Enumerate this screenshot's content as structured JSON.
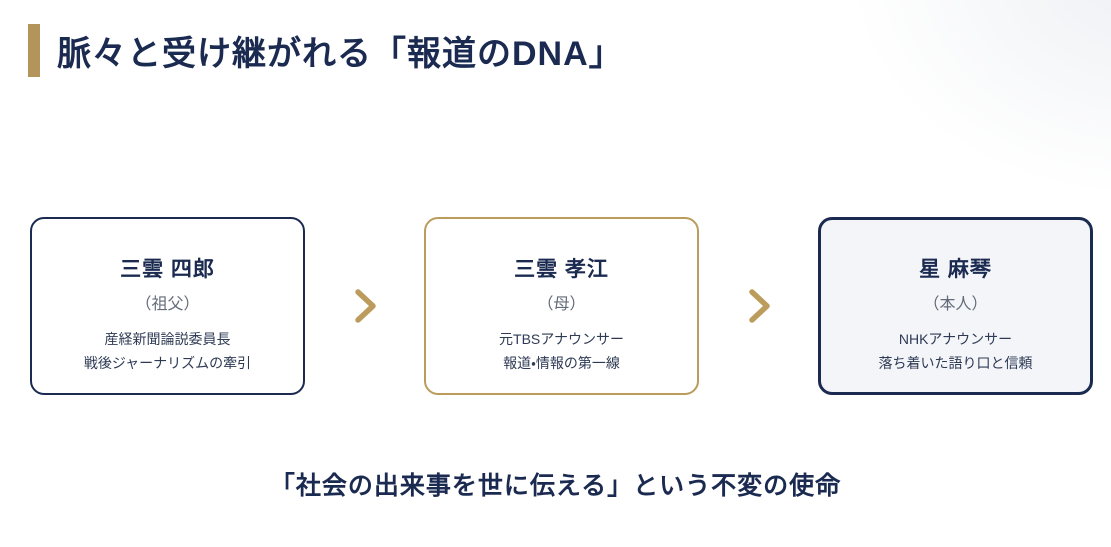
{
  "header": {
    "title": "脈々と受け継がれる「報道のDNA」"
  },
  "cards": [
    {
      "name": "三雲 四郎",
      "relation": "（祖父）",
      "desc_line1": "産経新聞論説委員長",
      "desc_line2": "戦後ジャーナリズムの牽引"
    },
    {
      "name": "三雲 孝江",
      "relation": "（母）",
      "desc_line1": "元TBSアナウンサー",
      "desc_line2": "報道・情報の第一線"
    },
    {
      "name": "星 麻琴",
      "relation": "（本人）",
      "desc_line1": "NHKアナウンサー",
      "desc_line2": "落ち着いた語り口と信頼"
    }
  ],
  "footer": {
    "mission": "「社会の出来事を世に伝える」という不変の使命"
  },
  "colors": {
    "navy": "#1b2a50",
    "gold": "#b3945a",
    "relation_gray": "#636b79",
    "desc_text": "#2e3a54",
    "highlight_card_bg": "#f3f5f9"
  }
}
